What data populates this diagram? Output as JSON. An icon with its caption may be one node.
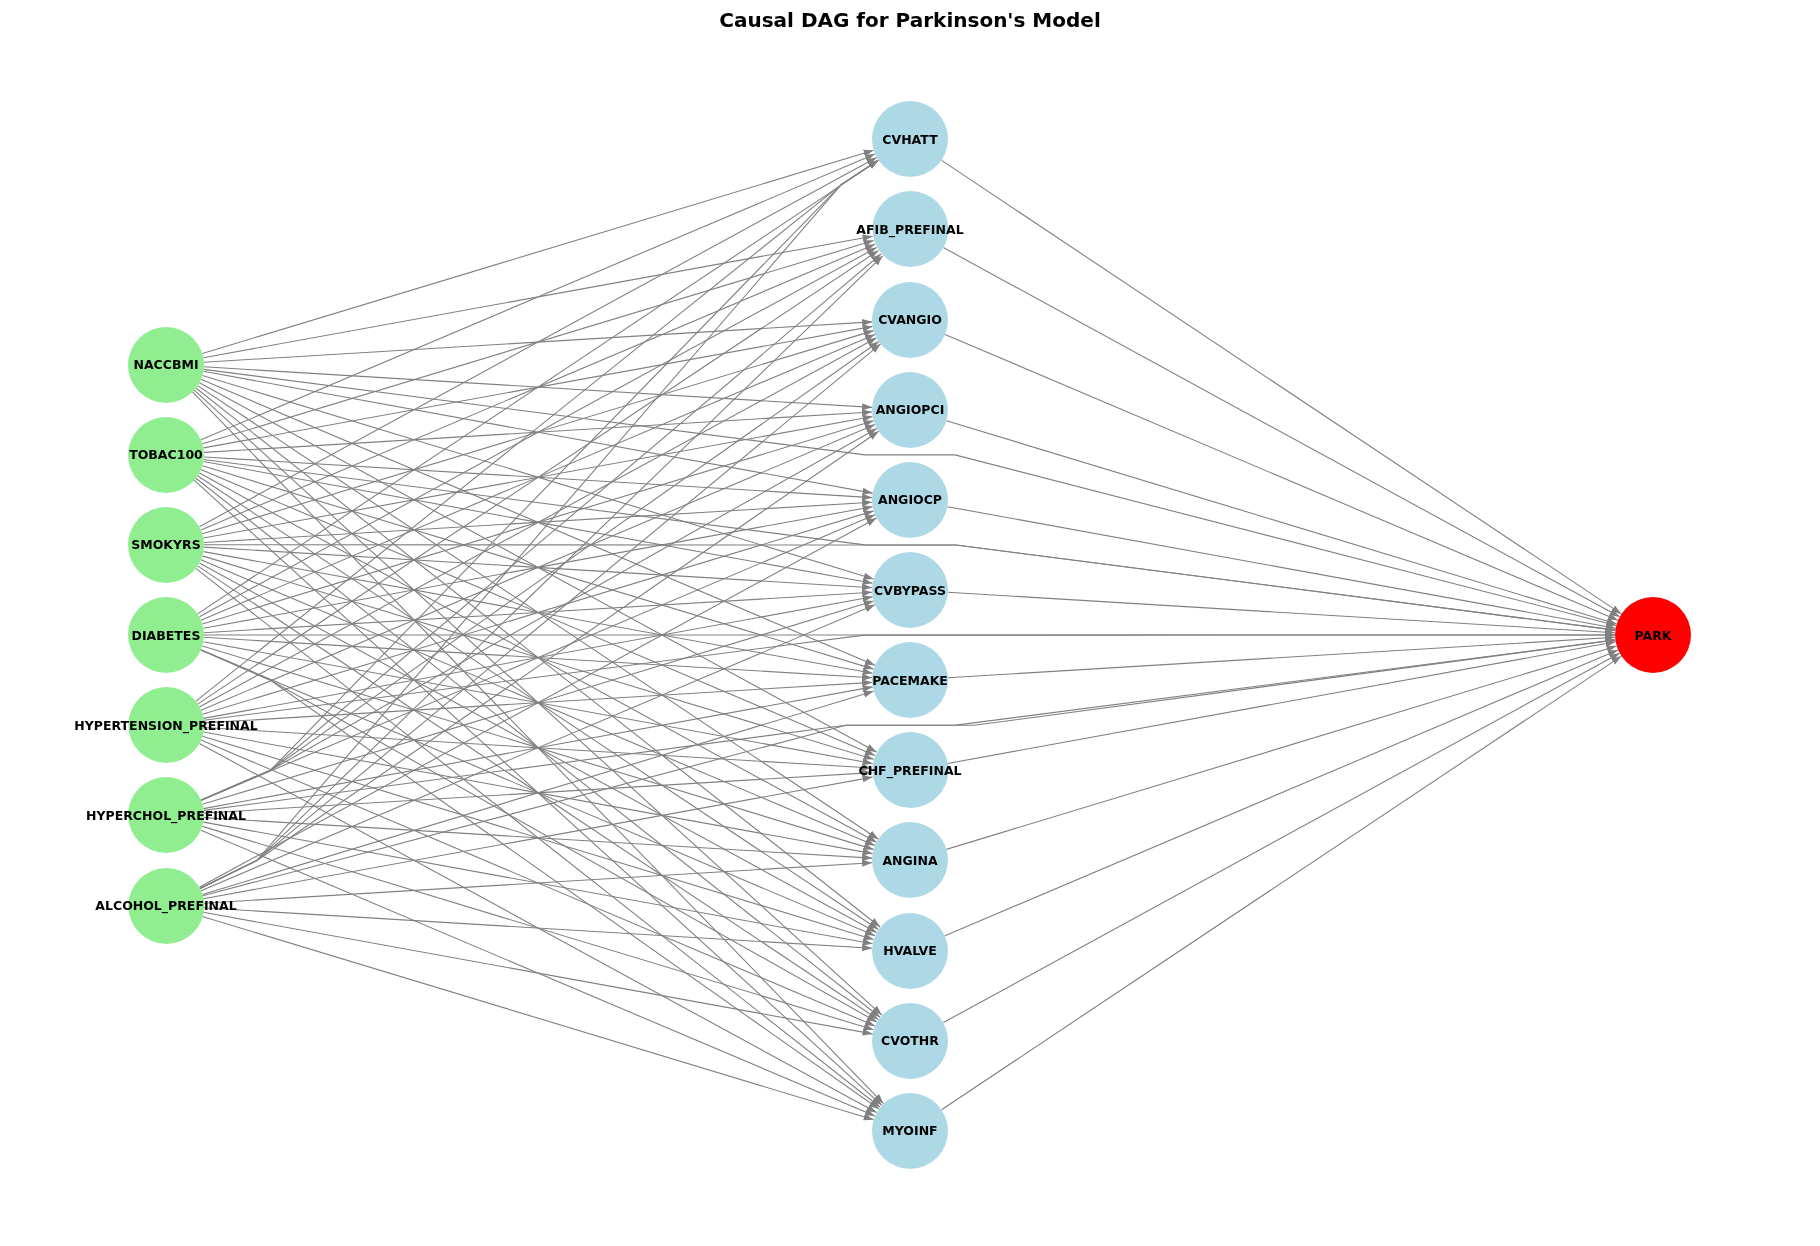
{
  "diagram": {
    "title": "Causal DAG for Parkinson's Model",
    "nodes": [
      {
        "text": [
          "NACCBMI"
        ]
      },
      {
        "text": [
          "TOBAC100"
        ]
      },
      {
        "text": [
          "SMOKYRS"
        ]
      },
      {
        "text": [
          "DIABETES"
        ]
      },
      {
        "text": [
          "HYPERTENSION_PREFINAL"
        ]
      },
      {
        "text": [
          "HYPERCHOL_PREFINAL"
        ]
      },
      {
        "text": [
          "ALCOHOL_PREFINAL"
        ]
      },
      {
        "text": [
          "CVHATT"
        ]
      },
      {
        "text": [
          "AFIB_PREFINAL"
        ]
      },
      {
        "text": [
          "CVANGIO"
        ]
      },
      {
        "text": [
          "ANGIOPCI"
        ]
      },
      {
        "text": [
          "ANGIOCP"
        ]
      },
      {
        "text": [
          "CVBYPASS"
        ]
      },
      {
        "text": [
          "PACEMAKE"
        ]
      },
      {
        "text": [
          "CHF_PREFINAL"
        ]
      },
      {
        "text": [
          "ANGINA"
        ]
      },
      {
        "text": [
          "HVALVE"
        ]
      },
      {
        "text": [
          "CVOTHR"
        ]
      },
      {
        "text": [
          "MYOINF"
        ]
      },
      {
        "text": [
          "PARK"
        ]
      }
    ],
    "edges": [
      {
        "from": 0,
        "to": 7,
        "arrow": "to"
      },
      {
        "from": 0,
        "to": 8,
        "arrow": "to"
      },
      {
        "from": 0,
        "to": 9,
        "arrow": "to"
      },
      {
        "from": 0,
        "to": 10,
        "arrow": "to"
      },
      {
        "from": 0,
        "to": 11,
        "arrow": "to"
      },
      {
        "from": 0,
        "to": 12,
        "arrow": "to"
      },
      {
        "from": 0,
        "to": 13,
        "arrow": "to"
      },
      {
        "from": 0,
        "to": 14,
        "arrow": "to"
      },
      {
        "from": 0,
        "to": 15,
        "arrow": "to"
      },
      {
        "from": 0,
        "to": 16,
        "arrow": "to"
      },
      {
        "from": 0,
        "to": 17,
        "arrow": "to"
      },
      {
        "from": 0,
        "to": 18,
        "arrow": "to"
      },
      {
        "from": 1,
        "to": 7,
        "arrow": "to"
      },
      {
        "from": 1,
        "to": 8,
        "arrow": "to"
      },
      {
        "from": 1,
        "to": 9,
        "arrow": "to"
      },
      {
        "from": 1,
        "to": 10,
        "arrow": "to"
      },
      {
        "from": 1,
        "to": 11,
        "arrow": "to"
      },
      {
        "from": 1,
        "to": 12,
        "arrow": "to"
      },
      {
        "from": 1,
        "to": 13,
        "arrow": "to"
      },
      {
        "from": 1,
        "to": 14,
        "arrow": "to"
      },
      {
        "from": 1,
        "to": 15,
        "arrow": "to"
      },
      {
        "from": 1,
        "to": 16,
        "arrow": "to"
      },
      {
        "from": 1,
        "to": 17,
        "arrow": "to"
      },
      {
        "from": 1,
        "to": 18,
        "arrow": "to"
      },
      {
        "from": 2,
        "to": 7,
        "arrow": "to"
      },
      {
        "from": 2,
        "to": 8,
        "arrow": "to"
      },
      {
        "from": 2,
        "to": 9,
        "arrow": "to"
      },
      {
        "from": 2,
        "to": 10,
        "arrow": "to"
      },
      {
        "from": 2,
        "to": 11,
        "arrow": "to"
      },
      {
        "from": 2,
        "to": 12,
        "arrow": "to"
      },
      {
        "from": 2,
        "to": 13,
        "arrow": "to"
      },
      {
        "from": 2,
        "to": 14,
        "arrow": "to"
      },
      {
        "from": 2,
        "to": 15,
        "arrow": "to"
      },
      {
        "from": 2,
        "to": 16,
        "arrow": "to"
      },
      {
        "from": 2,
        "to": 17,
        "arrow": "to"
      },
      {
        "from": 2,
        "to": 18,
        "arrow": "to"
      },
      {
        "from": 3,
        "to": 7,
        "arrow": "to"
      },
      {
        "from": 3,
        "to": 8,
        "arrow": "to"
      },
      {
        "from": 3,
        "to": 9,
        "arrow": "to"
      },
      {
        "from": 3,
        "to": 10,
        "arrow": "to"
      },
      {
        "from": 3,
        "to": 11,
        "arrow": "to"
      },
      {
        "from": 3,
        "to": 12,
        "arrow": "to"
      },
      {
        "from": 3,
        "to": 13,
        "arrow": "to"
      },
      {
        "from": 3,
        "to": 14,
        "arrow": "to"
      },
      {
        "from": 3,
        "to": 15,
        "arrow": "to"
      },
      {
        "from": 3,
        "to": 16,
        "arrow": "to"
      },
      {
        "from": 3,
        "to": 17,
        "arrow": "to"
      },
      {
        "from": 3,
        "to": 18,
        "arrow": "to"
      },
      {
        "from": 4,
        "to": 7,
        "arrow": "to"
      },
      {
        "from": 4,
        "to": 8,
        "arrow": "to"
      },
      {
        "from": 4,
        "to": 9,
        "arrow": "to"
      },
      {
        "from": 4,
        "to": 10,
        "arrow": "to"
      },
      {
        "from": 4,
        "to": 11,
        "arrow": "to"
      },
      {
        "from": 4,
        "to": 12,
        "arrow": "to"
      },
      {
        "from": 4,
        "to": 13,
        "arrow": "to"
      },
      {
        "from": 4,
        "to": 14,
        "arrow": "to"
      },
      {
        "from": 4,
        "to": 15,
        "arrow": "to"
      },
      {
        "from": 4,
        "to": 16,
        "arrow": "to"
      },
      {
        "from": 4,
        "to": 17,
        "arrow": "to"
      },
      {
        "from": 4,
        "to": 18,
        "arrow": "to"
      },
      {
        "from": 5,
        "to": 7,
        "arrow": "to"
      },
      {
        "from": 5,
        "to": 8,
        "arrow": "to"
      },
      {
        "from": 5,
        "to": 9,
        "arrow": "to"
      },
      {
        "from": 5,
        "to": 10,
        "arrow": "to"
      },
      {
        "from": 5,
        "to": 11,
        "arrow": "to"
      },
      {
        "from": 5,
        "to": 12,
        "arrow": "to"
      },
      {
        "from": 5,
        "to": 13,
        "arrow": "to"
      },
      {
        "from": 5,
        "to": 14,
        "arrow": "to"
      },
      {
        "from": 5,
        "to": 15,
        "arrow": "to"
      },
      {
        "from": 5,
        "to": 16,
        "arrow": "to"
      },
      {
        "from": 5,
        "to": 17,
        "arrow": "to"
      },
      {
        "from": 5,
        "to": 18,
        "arrow": "to"
      },
      {
        "from": 6,
        "to": 7,
        "arrow": "to"
      },
      {
        "from": 6,
        "to": 8,
        "arrow": "to"
      },
      {
        "from": 6,
        "to": 9,
        "arrow": "to"
      },
      {
        "from": 6,
        "to": 10,
        "arrow": "to"
      },
      {
        "from": 6,
        "to": 11,
        "arrow": "to"
      },
      {
        "from": 6,
        "to": 12,
        "arrow": "to"
      },
      {
        "from": 6,
        "to": 13,
        "arrow": "to"
      },
      {
        "from": 6,
        "to": 14,
        "arrow": "to"
      },
      {
        "from": 6,
        "to": 15,
        "arrow": "to"
      },
      {
        "from": 6,
        "to": 16,
        "arrow": "to"
      },
      {
        "from": 6,
        "to": 17,
        "arrow": "to"
      },
      {
        "from": 6,
        "to": 18,
        "arrow": "to"
      },
      {
        "from": 0,
        "to": 19,
        "arrow": "to"
      },
      {
        "from": 1,
        "to": 19,
        "arrow": "to"
      },
      {
        "from": 2,
        "to": 19,
        "arrow": "to"
      },
      {
        "from": 3,
        "to": 19,
        "arrow": "to"
      },
      {
        "from": 4,
        "to": 19,
        "arrow": "to"
      },
      {
        "from": 5,
        "to": 19,
        "arrow": "to"
      },
      {
        "from": 6,
        "to": 19,
        "arrow": "to"
      },
      {
        "from": 7,
        "to": 19,
        "arrow": "to"
      },
      {
        "from": 8,
        "to": 19,
        "arrow": "to"
      },
      {
        "from": 9,
        "to": 19,
        "arrow": "to"
      },
      {
        "from": 10,
        "to": 19,
        "arrow": "to"
      },
      {
        "from": 11,
        "to": 19,
        "arrow": "to"
      },
      {
        "from": 12,
        "to": 19,
        "arrow": "to"
      },
      {
        "from": 13,
        "to": 19,
        "arrow": "to"
      },
      {
        "from": 14,
        "to": 19,
        "arrow": "to"
      },
      {
        "from": 15,
        "to": 19,
        "arrow": "to"
      },
      {
        "from": 16,
        "to": 19,
        "arrow": "to"
      },
      {
        "from": 17,
        "to": 19,
        "arrow": "to"
      },
      {
        "from": 18,
        "to": 19,
        "arrow": "to"
      }
    ]
  }
}
